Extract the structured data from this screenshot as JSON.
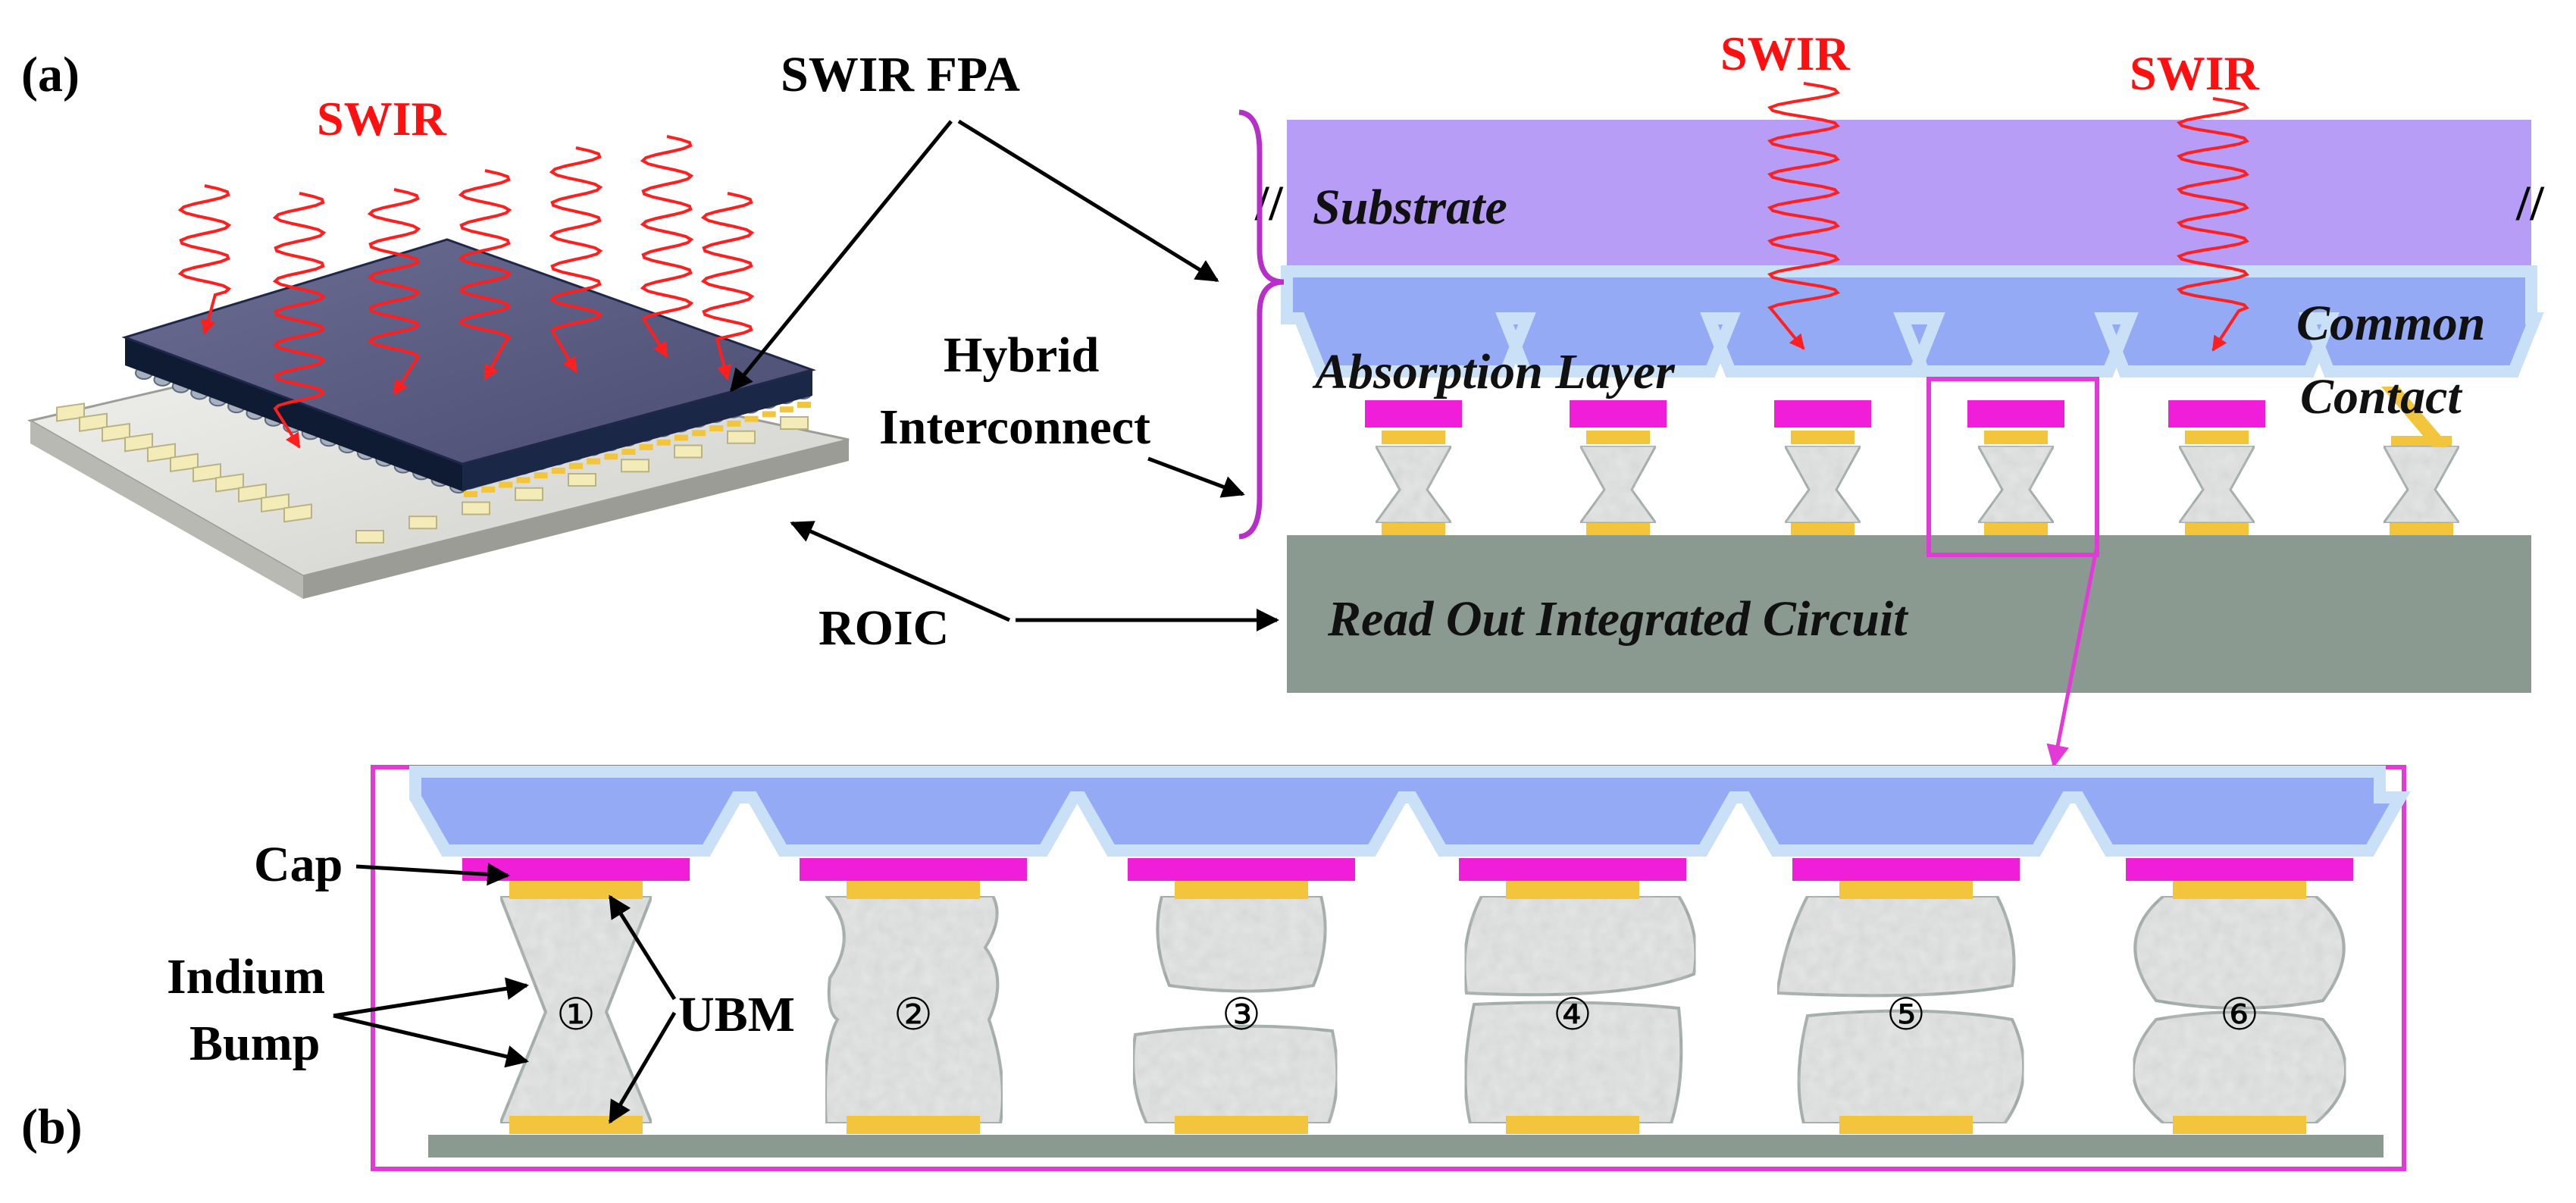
{
  "panel_labels": {
    "a": "(a)",
    "b": "(b)"
  },
  "labels": {
    "swir_left": "SWIR",
    "swir_fpa": "SWIR FPA",
    "hybrid_line1": "Hybrid",
    "hybrid_line2": "Interconnect",
    "roic": "ROIC",
    "swir_cross_1": "SWIR",
    "swir_cross_2": "SWIR",
    "substrate": "Substrate",
    "absorption_layer": "Absorption Layer",
    "common_line1": "Common",
    "common_line2": "Contact",
    "read_out": "Read Out Integrated Circuit",
    "cap": "Cap",
    "indium_line1": "Indium",
    "indium_line2": "Bump",
    "ubm": "UBM"
  },
  "bump_numbers": [
    "①",
    "②",
    "③",
    "④",
    "⑤",
    "⑥"
  ],
  "colors": {
    "substrate": "#b89df7",
    "detector_layer": "#95aaf4",
    "detector_edge": "#c9e0f6",
    "cap": "#f01ed8",
    "ubm": "#f2c53c",
    "indium": "#e6e6e6",
    "indium_edge": "#9aa6a2",
    "roic": "#8a9a91",
    "swir_red": "#ff1f1f",
    "frame_magenta": "#e23ad6",
    "chip_top": "#5d5f86",
    "chip_edge": "#0f1a33"
  },
  "icons": {
    "swir_wave": "wavy-arrow-icon",
    "break_mark": "double-slash-icon"
  }
}
